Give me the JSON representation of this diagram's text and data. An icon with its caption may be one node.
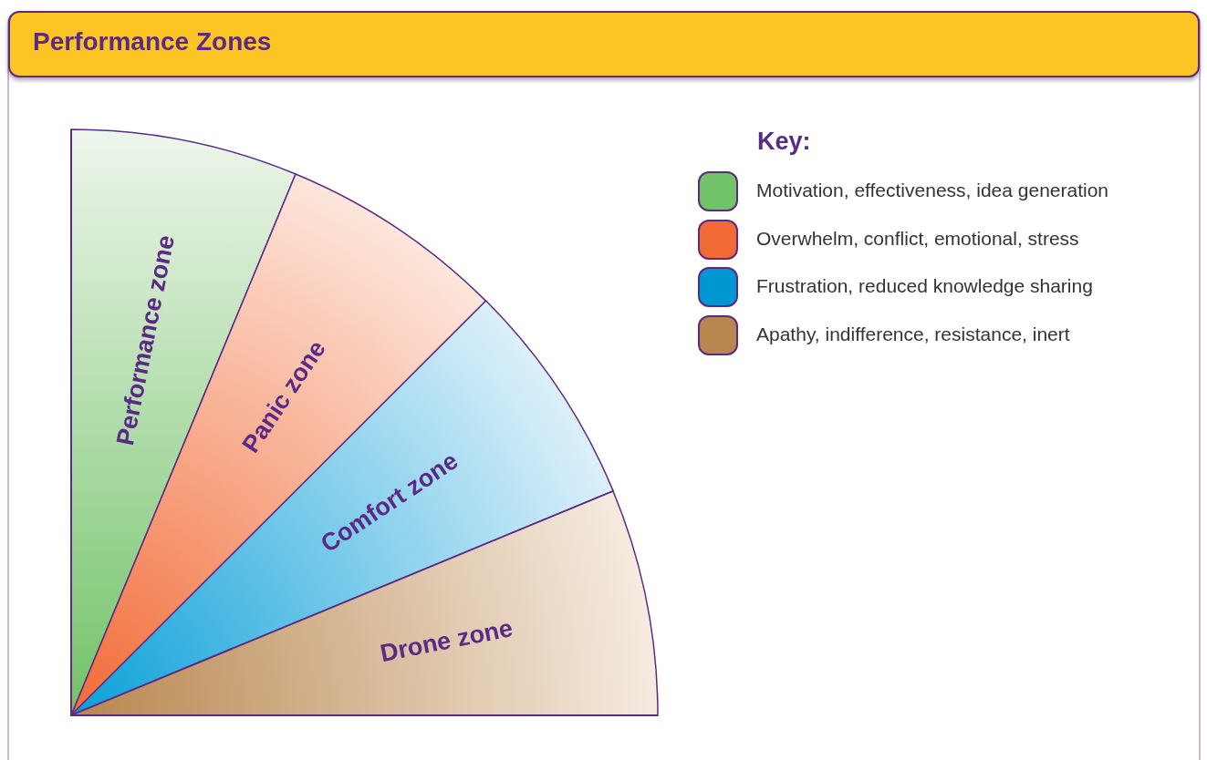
{
  "diagram": {
    "title": "Performance Zones",
    "nodes": [
      {
        "text": [
          "Performance zone"
        ]
      },
      {
        "text": [
          "Panic zone"
        ]
      },
      {
        "text": [
          "Comfort zone"
        ]
      },
      {
        "text": [
          "Drone zone"
        ]
      }
    ],
    "labels": [
      "Key:"
    ],
    "legend": [
      {
        "text": "Motivation, effectiveness, idea generation",
        "color": "#72c267"
      },
      {
        "text": "Overwhelm, conflict, emotional, stress",
        "color": "#f26a35"
      },
      {
        "text": "Frustration, reduced knowledge sharing",
        "color": "#0096d2"
      },
      {
        "text": "Apathy, indifference, resistance, inert",
        "color": "#b8864e"
      }
    ]
  }
}
